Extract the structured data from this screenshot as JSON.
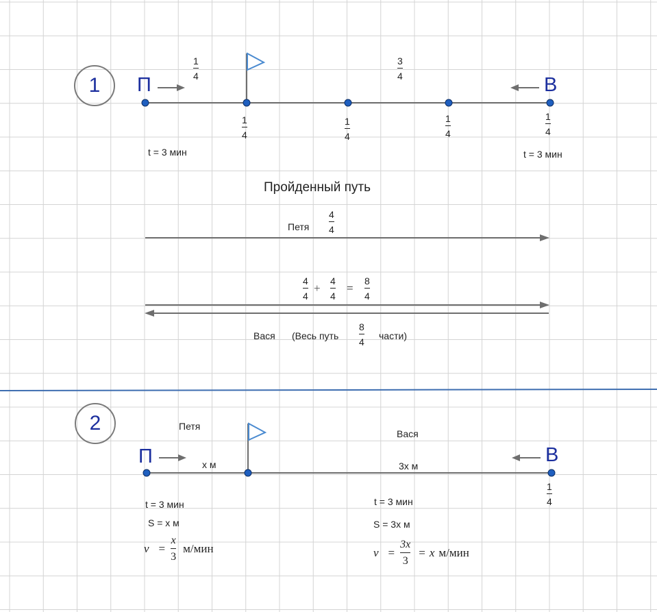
{
  "part1": {
    "number": "1",
    "start_letter": "П",
    "end_letter": "В",
    "top_left_fraction": {
      "num": "1",
      "den": "4"
    },
    "top_right_fraction": {
      "num": "3",
      "den": "4"
    },
    "segment_fractions": [
      {
        "num": "1",
        "den": "4"
      },
      {
        "num": "1",
        "den": "4"
      },
      {
        "num": "1",
        "den": "4"
      },
      {
        "num": "1",
        "den": "4"
      }
    ],
    "time_left": "t = 3 мин",
    "time_right": "t = 3 мин",
    "path_title": "Пройденный путь",
    "petya_label": "Петя",
    "petya_fraction": {
      "num": "4",
      "den": "4"
    },
    "vasya_equation": {
      "a": {
        "num": "4",
        "den": "4"
      },
      "plus": "+",
      "b": {
        "num": "4",
        "den": "4"
      },
      "eq": "=",
      "c": {
        "num": "8",
        "den": "4"
      }
    },
    "vasya_label": "Вася",
    "whole_path_prefix": "(Весь путь",
    "whole_path_fraction": {
      "num": "8",
      "den": "4"
    },
    "whole_path_suffix": "части)"
  },
  "part2": {
    "number": "2",
    "start_letter": "П",
    "end_letter": "В",
    "petya_label": "Петя",
    "vasya_label": "Вася",
    "seg_left": "х м",
    "seg_right": "3х м",
    "end_fraction": {
      "num": "1",
      "den": "4"
    },
    "petya_time": "t = 3 мин",
    "petya_distance": "S = x м",
    "petya_speed": {
      "v": "v",
      "eq": "=",
      "num": "x",
      "den": "3",
      "unit": "м/мин"
    },
    "vasya_time": "t = 3 мин",
    "vasya_distance": "S = 3х м",
    "vasya_speed": {
      "v": "v",
      "eq": "=",
      "num": "3x",
      "den": "3",
      "eq2": "=",
      "x": "x",
      "unit": "м/мин"
    }
  },
  "colors": {
    "grid": "#d4d4d4",
    "line": "#6e6e6e",
    "point": "#1f5fbf",
    "point_stroke": "#0d2f66",
    "separator": "#3d6db0",
    "flag": "#4a8ad0",
    "letters": "#1c2f9e"
  }
}
